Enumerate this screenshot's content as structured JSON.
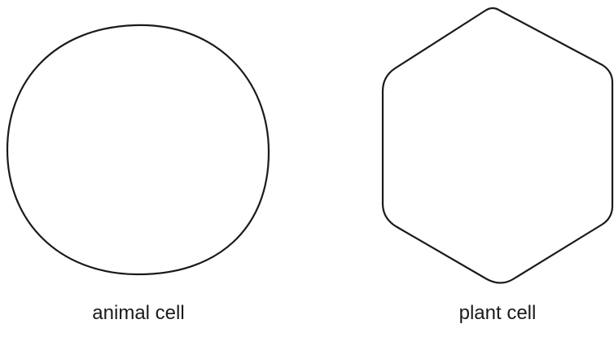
{
  "diagram": {
    "cells": [
      {
        "id": "animal",
        "label": "animal cell"
      },
      {
        "id": "plant",
        "label": "plant cell"
      }
    ],
    "outline_color": "#1a1a1a",
    "fill_color": "#ffffff"
  }
}
